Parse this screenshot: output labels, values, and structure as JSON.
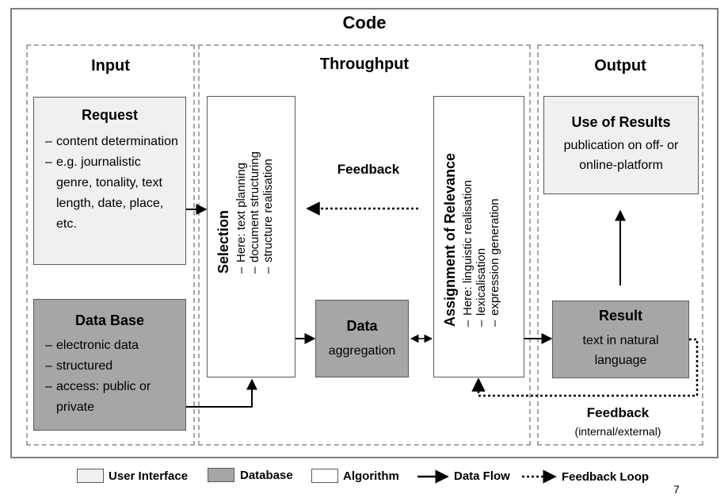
{
  "title": "Code",
  "sections": {
    "input": "Input",
    "throughput": "Throughput",
    "output": "Output"
  },
  "request": {
    "title": "Request",
    "items": [
      "content determination",
      "e.g. journalistic genre, tonality, text length, date, place, etc."
    ]
  },
  "database": {
    "title": "Data Base",
    "items": [
      "electronic data",
      "structured",
      "access: public or private"
    ]
  },
  "selection": {
    "title": "Selection",
    "items": [
      "Here: text planning",
      "document structuring",
      "structure realisation"
    ]
  },
  "data_box": {
    "title": "Data",
    "subtitle": "aggregation"
  },
  "relevance": {
    "title": "Assignment of Relevance",
    "items": [
      "Here: linguistic realisation",
      "lexicalisation",
      "expression generation"
    ]
  },
  "use_results": {
    "title": "Use of Results",
    "text_line1": "publication on off- or",
    "text_line2": "online-platform"
  },
  "result": {
    "title": "Result",
    "text_line1": "text in natural",
    "text_line2": "language"
  },
  "feedback_inner": "Feedback",
  "feedback_outer": {
    "title": "Feedback",
    "subtitle": "(internal/external)"
  },
  "legend": {
    "user_interface": "User Interface",
    "database": "Database",
    "algorithm": "Algorithm",
    "data_flow": "Data Flow",
    "feedback_loop": "Feedback Loop"
  },
  "page_number": "7",
  "colors": {
    "user_interface_fill": "#f0f0f0",
    "database_fill": "#a6a6a6",
    "algorithm_fill": "#ffffff",
    "border_gray": "#7f7f7f"
  }
}
